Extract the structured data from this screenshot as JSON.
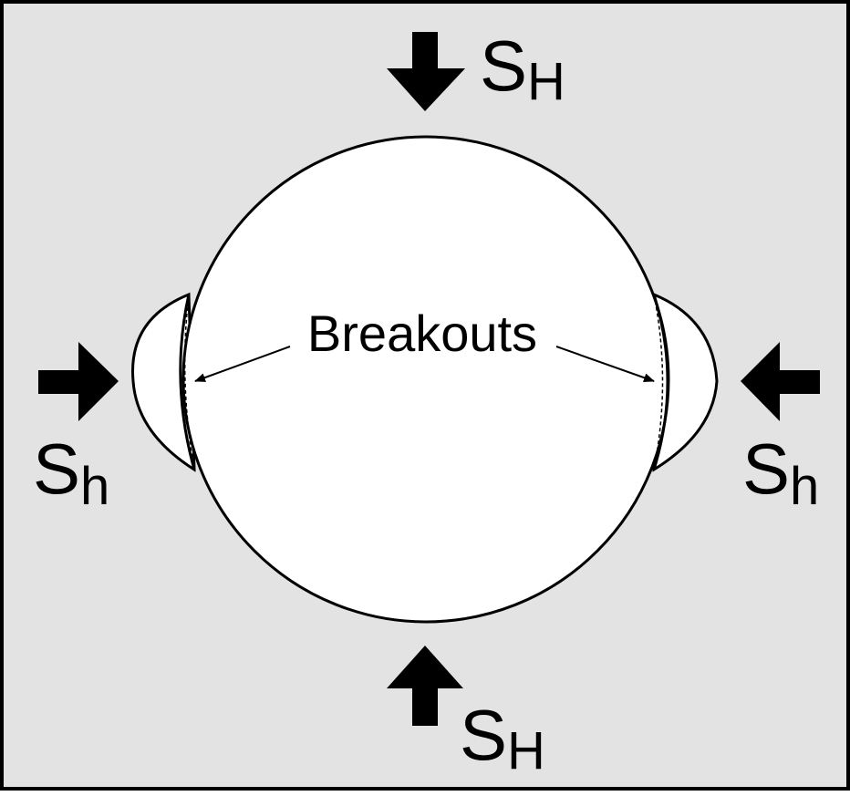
{
  "colors": {
    "background": "#e3e3e3",
    "frame": "#000000",
    "borehole_fill": "#ffffff",
    "ink": "#000000"
  },
  "labels": {
    "sh_max": {
      "main": "S",
      "sub": "H"
    },
    "sh_min": {
      "main": "S",
      "sub": "h"
    },
    "breakouts": "Breakouts"
  },
  "arrows": {
    "top": "arrow-down-icon",
    "bottom": "arrow-up-icon",
    "left": "arrow-right-icon",
    "right": "arrow-left-icon"
  }
}
